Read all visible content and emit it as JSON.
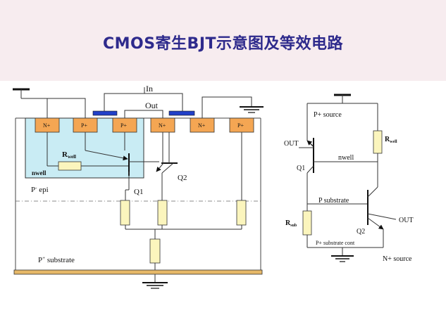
{
  "header": {
    "title": "CMOS寄生BJT示意图及等效电路"
  },
  "cross_section": {
    "in": "In",
    "out": "Out",
    "diff_labels": [
      "N+",
      "P+",
      "P+",
      "N+",
      "N+",
      "P+"
    ],
    "rwell_main": "R",
    "rwell_sub": "well",
    "nwell": "nwell",
    "p_epi_main": "P",
    "p_epi_sup": "-",
    "p_epi_tail": " epi",
    "q1": "Q1",
    "q2": "Q2",
    "p_sub_main": "P",
    "p_sub_sup": "+",
    "p_sub_tail": " substrate"
  },
  "equivalent": {
    "p_source": "P+ source",
    "rwell_main": "R",
    "rwell_sub": "well",
    "out_top": "OUT",
    "nwell": "nwell",
    "q1": "Q1",
    "p_substrate": "P substrate",
    "out_bottom": "OUT",
    "rsub_main": "R",
    "rsub_sub": "sub",
    "q2": "Q2",
    "p_sub_cont": "P+ substrate cont",
    "n_source": "N+ source"
  },
  "colors": {
    "title": "#2e2a8c",
    "header_bg": "#f7ecef",
    "nwell_fill": "#c9ecf4",
    "diffusion": "#f4a653",
    "gate_blue": "#2140c8",
    "resistor": "#fbf5bd",
    "substrate_bar": "#e6b868"
  }
}
